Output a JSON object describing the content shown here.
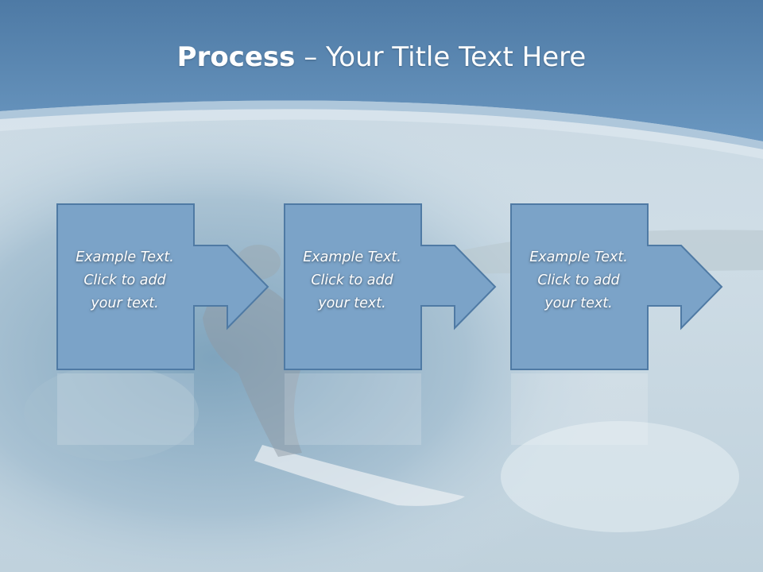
{
  "slide": {
    "title_bold": "Process",
    "title_separator": " – ",
    "title_rest": "Your Title Text Here",
    "steps": [
      {
        "line1": "Example Text.",
        "line2": "Click  to add",
        "line3": "your text."
      },
      {
        "line1": "Example Text.",
        "line2": "Click  to add",
        "line3": "your text."
      },
      {
        "line1": "Example Text.",
        "line2": "Click  to add",
        "line3": "your text."
      }
    ]
  },
  "colors": {
    "header_blue": "#5a88b3",
    "shape_fill": "#7ba3c8",
    "shape_stroke": "#4f7aa4",
    "background": "#dfe8ee"
  },
  "background_image": "surfer riding a wave (faded photo)"
}
